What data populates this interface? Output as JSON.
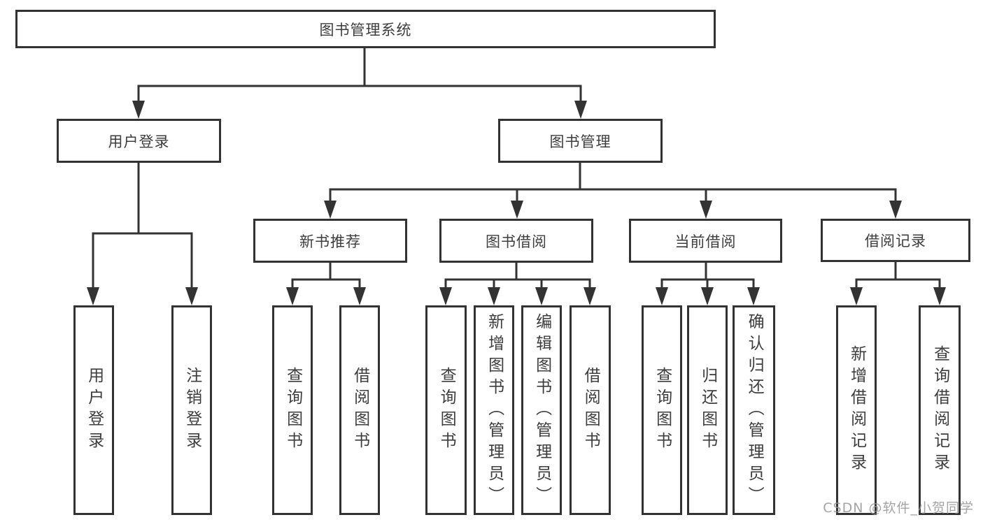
{
  "diagram": {
    "root": "图书管理系统",
    "level2": {
      "user_login": "用户登录",
      "book_management": "图书管理"
    },
    "level3": {
      "new_book_recommend": "新书推荐",
      "book_borrow": "图书借阅",
      "current_borrow": "当前借阅",
      "borrow_records": "借阅记录"
    },
    "leaves": {
      "user_login": "用户登录",
      "logout": "注销登录",
      "nb_query_books": "查询图书",
      "nb_borrow_books": "借阅图书",
      "bb_query_books": "查询图书",
      "bb_add_books_admin": "新增图书（管理员）",
      "bb_edit_books_admin": "编辑图书（管理员）",
      "bb_borrow_books": "借阅图书",
      "cb_query_books": "查询图书",
      "cb_return_books": "归还图书",
      "cb_confirm_return_admin": "确认归还（管理员）",
      "br_add_record": "新增借阅记录",
      "br_query_record": "查询借阅记录"
    }
  },
  "watermark": "CSDN @软件_小贺同学",
  "colors": {
    "line": "#333333",
    "text": "#3d3d3d",
    "background": "#ffffff",
    "watermark": "#949494"
  }
}
